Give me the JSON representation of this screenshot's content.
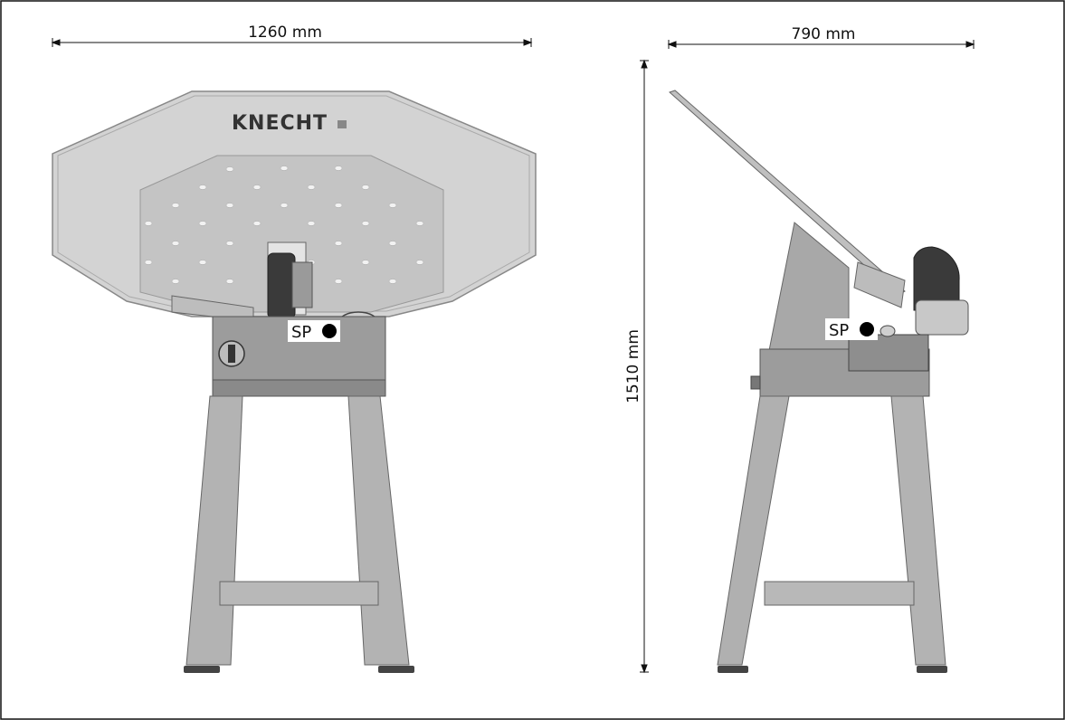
{
  "figure": {
    "front_view": {
      "width_label": "1260 mm",
      "brand_logo": "KNECHT",
      "center_of_gravity_label": "SP"
    },
    "side_view": {
      "depth_label": "790 mm",
      "height_label": "1510 mm",
      "center_of_gravity_label": "SP"
    },
    "colors": {
      "panel_light": "#d6d6d6",
      "panel_mid": "#bdbdbd",
      "panel_dark": "#9c9c9c",
      "wheel": "#3a3a3a",
      "line": "#111111"
    }
  }
}
